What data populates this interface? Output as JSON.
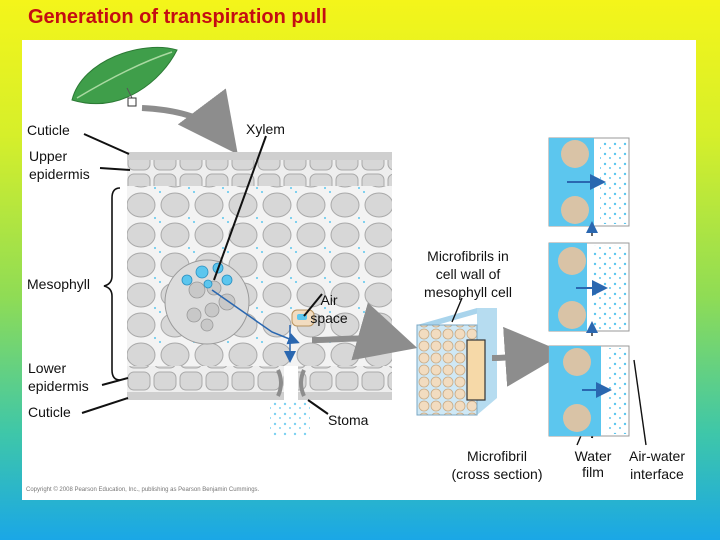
{
  "title": "Generation of transpiration pull",
  "labels": {
    "cuticle_top": "Cuticle",
    "xylem": "Xylem",
    "upper_epidermis": "Upper epidermis",
    "upper_epidermis_l1": "Upper",
    "upper_epidermis_l2": "epidermis",
    "mesophyll": "Mesophyll",
    "air_space_l1": "Air",
    "air_space_l2": "space",
    "microfibrils_l1": "Microfibrils in",
    "microfibrils_l2": "cell wall of",
    "microfibrils_l3": "mesophyll cell",
    "lower_epidermis_l1": "Lower",
    "lower_epidermis_l2": "epidermis",
    "cuticle_bottom": "Cuticle",
    "stoma": "Stoma",
    "microfibril_cs_l1": "Microfibril",
    "microfibril_cs_l2": "(cross section)",
    "water_film_l1": "Water",
    "water_film_l2": "film",
    "air_water_l1": "Air-water",
    "air_water_l2": "interface"
  },
  "copyright": "Copyright © 2008 Pearson Education, Inc., publishing as Pearson Benjamin Cummings.",
  "colors": {
    "title": "#c40d12",
    "water": "#5cc6ee",
    "cell": "#d7d7d7",
    "cell_border": "#a9a9a9",
    "particle": "#d9c3a6",
    "arrow": "#2a67b0"
  }
}
